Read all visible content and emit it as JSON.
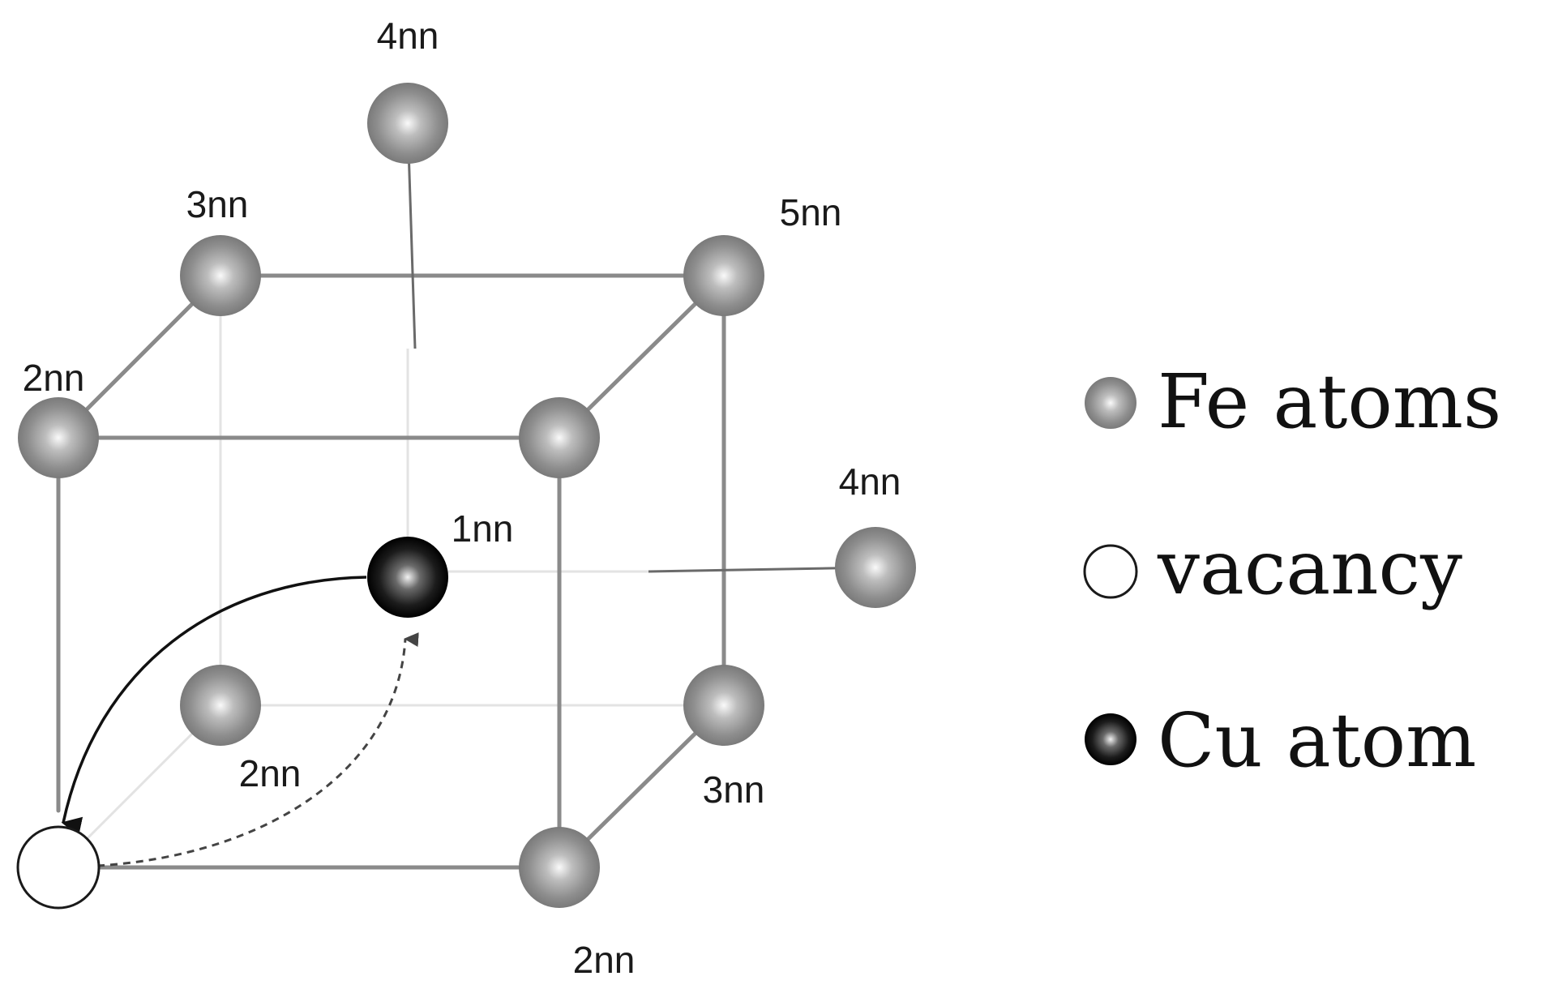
{
  "atoms": {
    "top_4nn": "4nn",
    "back_top_left_3nn": "3nn",
    "back_top_right_5nn": "5nn",
    "front_top_left_2nn": "2nn",
    "right_4nn": "4nn",
    "center_cu_1nn": "1nn",
    "back_bottom_left_2nn": "2nn",
    "back_bottom_right_3nn": "3nn",
    "front_bottom_right_2nn": "2nn"
  },
  "legend": {
    "fe": "Fe atoms",
    "vacancy": "vacancy",
    "cu": "Cu atom"
  },
  "colors": {
    "fe_atom": "#8c8c8c",
    "cu_atom": "#111111",
    "vacancy": "#ffffff",
    "cube_edge": "#8a8a8a"
  }
}
